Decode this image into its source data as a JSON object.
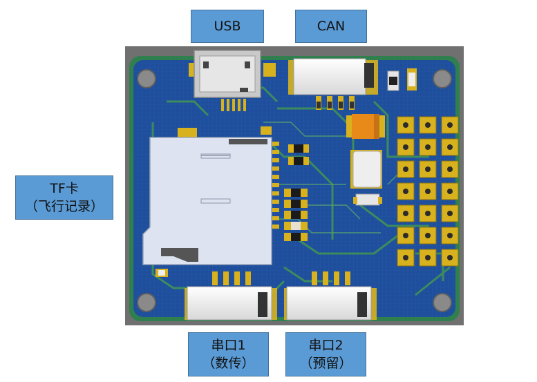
{
  "labels": {
    "usb": "USB",
    "can": "CAN",
    "tf_line1": "TF卡",
    "tf_line2": "（飞行记录）",
    "uart1_line1": "串口1",
    "uart1_line2": "（数传）",
    "uart2_line1": "串口2",
    "uart2_line2": "（预留）"
  },
  "colors": {
    "label_fill": "#5b9bd5",
    "label_border": "#41719c",
    "board_frame": "#707070",
    "pcb_blue": "#1f4f9c",
    "pcb_green": "#2f7f4f",
    "pad_gold": "#d7b21e"
  }
}
